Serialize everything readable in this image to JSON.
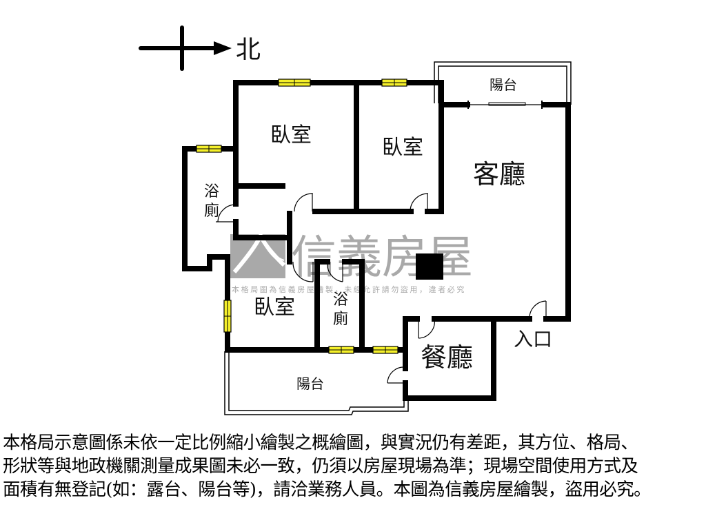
{
  "compass": {
    "direction_label": "北",
    "icon": "north-arrow-icon"
  },
  "rooms": {
    "bedroom_top_left": {
      "label": "臥室"
    },
    "bedroom_top_right": {
      "label": "臥室"
    },
    "bedroom_bottom": {
      "label": "臥室"
    },
    "bathroom_left": {
      "label_line1": "浴",
      "label_line2": "廁"
    },
    "bathroom_center": {
      "label_line1": "浴",
      "label_line2": "廁"
    },
    "living_room": {
      "label": "客廳"
    },
    "dining_room": {
      "label": "餐廳"
    },
    "balcony_top": {
      "label": "陽台"
    },
    "balcony_bottom": {
      "label": "陽台"
    },
    "entrance": {
      "label": "入口"
    }
  },
  "watermark": {
    "brand": "信義房屋",
    "notice": "本格局圖為信義房屋繪製，未經允許請勿盜用，違者必究",
    "color": "#a9a9a9"
  },
  "colors": {
    "wall": "#000000",
    "window_fill": "#f5f02a",
    "background": "#ffffff"
  },
  "disclaimer": {
    "lines": [
      "本格局示意圖係未依一定比例縮小繪製之概繪圖，與實況仍有差距，其方位、格局、",
      "形狀等與地政機關測量成果圖未必一致，仍須以房屋現場為準；現場空間使用方式及",
      "面積有無登記(如：露台、陽台等)，請洽業務人員。本圖為信義房屋繪製，盜用必究。"
    ]
  }
}
